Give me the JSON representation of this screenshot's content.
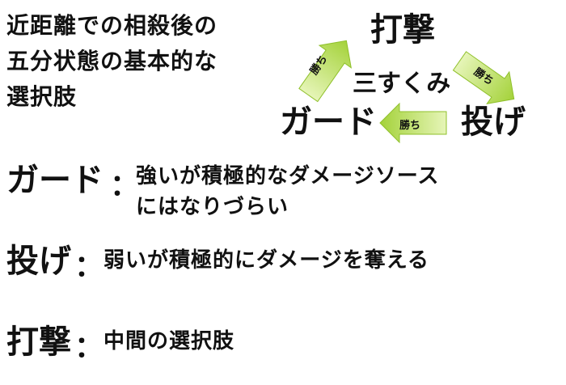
{
  "heading": {
    "line1": "近距離での相殺後の",
    "line2": "五分状態の基本的な",
    "line3": "選択肢"
  },
  "diagram": {
    "center": "三すくみ",
    "strike": "打撃",
    "throw": "投げ",
    "guard": "ガード",
    "win_label": "勝ち",
    "arrow_color": "#a4d23a",
    "arrow_color_light": "#e6f5b8"
  },
  "items": [
    {
      "term": "ガード",
      "colon": "：",
      "desc1": "強いが積極的なダメージソース",
      "desc2": "にはなりづらい"
    },
    {
      "term": "投げ",
      "colon": "：",
      "desc1": "弱いが積極的にダメージを奪える"
    },
    {
      "term": "打撃",
      "colon": "：",
      "desc1": "中間の選択肢"
    }
  ]
}
